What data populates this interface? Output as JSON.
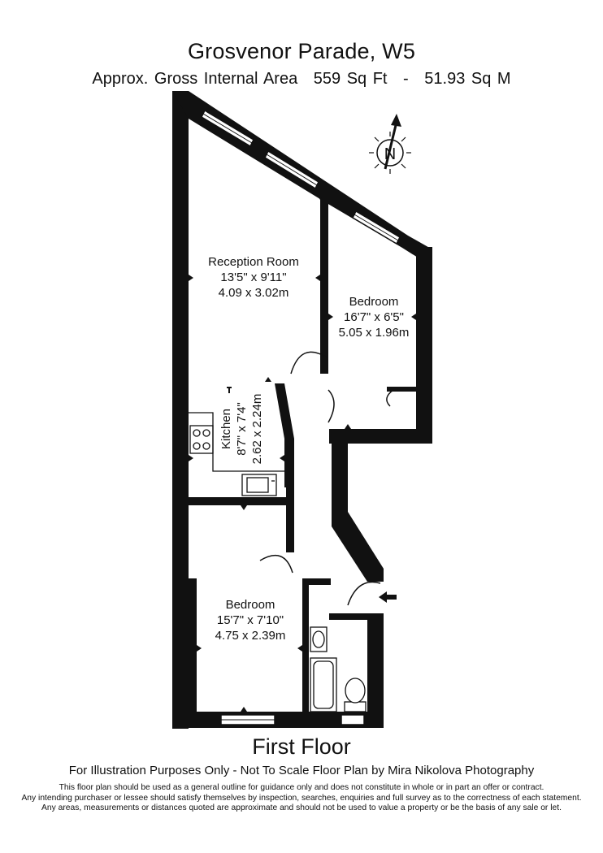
{
  "header": {
    "title": "Grosvenor Parade, W5",
    "area_label": "Approx. Gross Internal Area",
    "area_sqft": "559 Sq Ft",
    "separator": "-",
    "area_sqm": "51.93 Sq M"
  },
  "compass": {
    "letter": "N"
  },
  "rooms": {
    "reception": {
      "name": "Reception Room",
      "imperial": "13'5\" x 9'11\"",
      "metric": "4.09 x 3.02m"
    },
    "bedroom_right": {
      "name": "Bedroom",
      "imperial": "16'7\" x 6'5\"",
      "metric": "5.05 x 1.96m"
    },
    "kitchen": {
      "name": "Kitchen",
      "imperial": "8'7\" x 7'4\"",
      "metric": "2.62 x 2.24m"
    },
    "bedroom_bottom": {
      "name": "Bedroom",
      "imperial": "15'7\" x 7'10\"",
      "metric": "4.75 x 2.39m"
    }
  },
  "footer": {
    "floor": "First Floor",
    "credit": "For Illustration Purposes Only - Not To Scale  Floor Plan by  Mira Nikolova Photography",
    "disclaimer": [
      "This floor plan should be used as a general outline for guidance only and does not constitute in whole or in part an offer or contract.",
      "Any intending purchaser or lessee should satisfy themselves by inspection, searches, enquiries and full survey as to the correctness of each statement.",
      "Any areas, measurements or distances quoted are approximate and should not be used to value a property or be the basis of any sale or let."
    ]
  },
  "colors": {
    "wall": "#111111",
    "background": "#ffffff"
  }
}
